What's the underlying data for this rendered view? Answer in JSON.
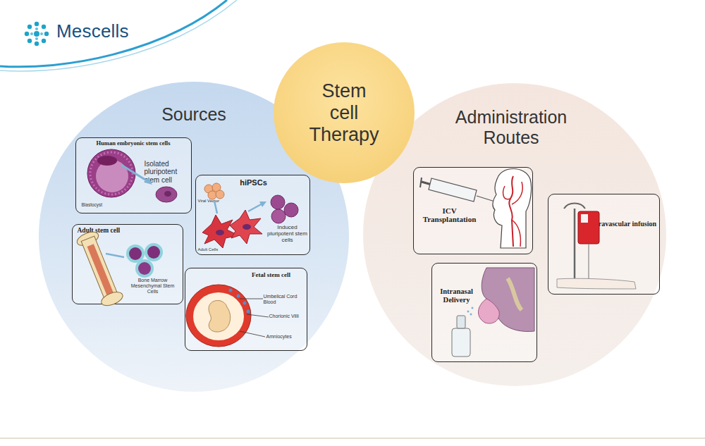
{
  "diagram": {
    "nodes": [
      {
        "text": [
          "Stem cell Therapy"
        ]
      },
      {
        "text": [
          "Sources"
        ]
      },
      {
        "text": [
          "Human embryonic stem cells",
          "Isolated pluripotent stem cell",
          "Blastocyst"
        ],
        "in": 1
      },
      {
        "text": [
          "hiPSCs",
          "Viral Vector",
          "Adult Cells",
          "Induced pluripotent stem cells"
        ],
        "in": 1
      },
      {
        "text": [
          "Adult stem cell",
          "Bone Marrow Mesenchymal Stem Cells"
        ],
        "in": 1
      },
      {
        "text": [
          "Fetal stem cell",
          "Umbelical Cord Blood",
          "Chorionic Villi",
          "Amniocytes"
        ],
        "in": 1
      },
      {
        "text": [
          "Administration Routes"
        ]
      },
      {
        "text": [
          "ICV Transplantation"
        ],
        "in": 6
      },
      {
        "text": [
          "Intravascular infusion"
        ],
        "in": 6
      },
      {
        "text": [
          "Intranasal Delivery"
        ],
        "in": 6
      }
    ],
    "labels": [
      "Mescells"
    ]
  }
}
